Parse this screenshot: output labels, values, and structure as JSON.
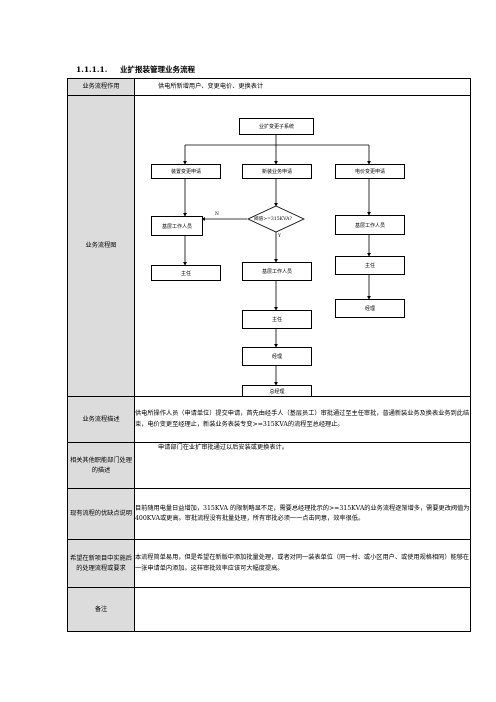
{
  "heading": {
    "number": "1.1.1.1.",
    "title": "业扩报装管理业务流程"
  },
  "rows": {
    "function": {
      "label": "业务流程作用",
      "value": "供电所新增用户、变更电价、更换表计"
    },
    "diagram": {
      "label": "业务流程图"
    },
    "description": {
      "label": "业务流程描述",
      "value": "供电所操作人员（申请单位）提交申请，首先由经手人（基层员工）审批通过至主任审批，普通新装业务及换表业务到此结束，电价变更至经理止，新装业务表装专变>=315KVA的流程至总经理止。"
    },
    "related": {
      "label": "相关其他职能部门处理的描述",
      "value": "申请部门在业扩审批通过以后安装或更换表计。"
    },
    "pros_cons": {
      "label": "现有流程的优缺点说明",
      "value": "目前随用电量日益增加，315KVA 的限制略显不足，需要总经理批示的>=315KVA的业务流程逐渐增多，需要更改阀值为400KVA或更高。审批流程没有批量处理，所有审批必须一一点击同意，效率很低。"
    },
    "hope": {
      "label": "希望在新项目中实施后的处理流程或要求",
      "value": "本流程简单易用，但是希望在新版中添加批量处理，或者对同一装表单位（同一村、或小区用户、或使用规格相同）能够在一张申请单内添加。这样审批效率应该可大幅度提高。"
    },
    "remarks": {
      "label": "备注",
      "value": ""
    }
  },
  "flowchart": {
    "root": "业扩变更子系统",
    "branch_left": "装置变更申请",
    "branch_mid": "新装业务申请",
    "branch_right": "电价变更申请",
    "decision": "阀值>=315KVA?",
    "label_no": "N",
    "label_yes": "Y",
    "left_staff": "基层工作人员",
    "left_director": "主任",
    "mid_staff": "基层工作人员",
    "mid_director": "主任",
    "mid_manager": "经理",
    "mid_gm": "总经理",
    "right_staff": "基层工作人员",
    "right_director": "主任",
    "right_manager": "经理"
  }
}
